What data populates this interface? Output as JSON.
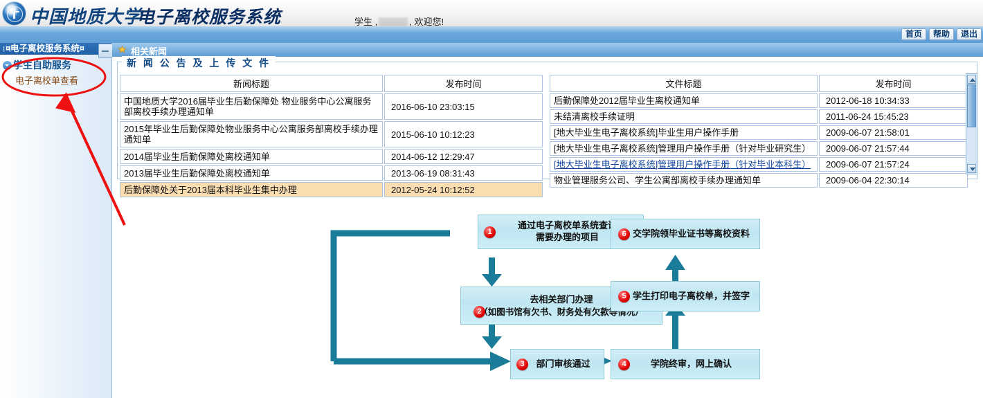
{
  "banner": {
    "logo_icon": "university-seal-icon",
    "university_name": "中国地质大学",
    "system_name": "电子离校服务系统",
    "welcome_prefix": "学生 ,",
    "welcome_suffix": ", 欢迎您!"
  },
  "nav": {
    "buttons": [
      {
        "label": "首页",
        "name": "home"
      },
      {
        "label": "帮助",
        "name": "help"
      },
      {
        "label": "退出",
        "name": "logout"
      }
    ]
  },
  "sidebar": {
    "title": "¤电子离校服务系统¤",
    "section_label": "学生自助服务",
    "items": [
      {
        "label": "电子离校单查看"
      }
    ]
  },
  "content_header": {
    "icon": "star-burst-icon",
    "title": "相关新闻"
  },
  "fieldset": {
    "legend": "新 闻 公 告 及 上 传 文 件"
  },
  "news_table": {
    "columns": [
      "新闻标题",
      "发布时间"
    ],
    "rows": [
      {
        "title": "中国地质大学2016届毕业生后勤保障处 物业服务中心公寓服务部离校手续办理通知单",
        "date": "2016-06-10 23:03:15",
        "highlight": false,
        "link": false
      },
      {
        "title": "2015年毕业生后勤保障处物业服务中心公寓服务部离校手续办理通知单",
        "date": "2015-06-10 10:12:23",
        "highlight": false,
        "link": false
      },
      {
        "title": "2014届毕业生后勤保障处离校通知单",
        "date": "2014-06-12 12:29:47",
        "highlight": false,
        "link": false
      },
      {
        "title": "2013届毕业生后勤保障处离校通知单",
        "date": "2013-06-19 08:31:43",
        "highlight": false,
        "link": false
      },
      {
        "title": "后勤保障处关于2013届本科毕业生集中办理",
        "date": "2012-05-24 10:12:52",
        "highlight": true,
        "link": false
      }
    ]
  },
  "file_table": {
    "columns": [
      "文件标题",
      "发布时间"
    ],
    "rows": [
      {
        "title": "后勤保障处2012届毕业生离校通知单",
        "date": "2012-06-18 10:34:33",
        "link": false
      },
      {
        "title": "未结清离校手续证明",
        "date": "2011-06-24 15:45:23",
        "link": false
      },
      {
        "title": "[地大毕业生电子离校系统]毕业生用户操作手册",
        "date": "2009-06-07 21:58:01",
        "link": false
      },
      {
        "title": "[地大毕业生电子离校系统]管理用户操作手册（针对毕业研究生）",
        "date": "2009-06-07 21:57:44",
        "link": false
      },
      {
        "title": "[地大毕业生电子离校系统]管理用户操作手册（针对毕业本科生）",
        "date": "2009-06-07 21:57:24",
        "link": true
      },
      {
        "title": "物业管理服务公司、学生公寓部离校手续办理通知单",
        "date": "2009-06-04 22:30:14",
        "link": false
      }
    ]
  },
  "scrollbar": {
    "up_icon": "triangle-up-icon",
    "down_icon": "triangle-down-icon"
  },
  "flowchart": {
    "steps": [
      {
        "num": "1",
        "line1": "通过电子离校单系统查询",
        "line2": "需要办理的项目"
      },
      {
        "num": "2",
        "line1": "去相关部门办理",
        "line2": "（如图书馆有欠书、财务处有欠款等情况）"
      },
      {
        "num": "3",
        "line1": "部门审核通过",
        "line2": ""
      },
      {
        "num": "4",
        "line1": "学院终审，网上确认",
        "line2": ""
      },
      {
        "num": "5",
        "line1": "学生打印电子离校单，并签字",
        "line2": ""
      },
      {
        "num": "6",
        "line1": "交学院领毕业证书等离校资料",
        "line2": ""
      }
    ]
  },
  "annotation": {
    "highlight_color": "#ee1111",
    "shape": "ellipse-and-arrow",
    "target": "电子离校单查看"
  }
}
